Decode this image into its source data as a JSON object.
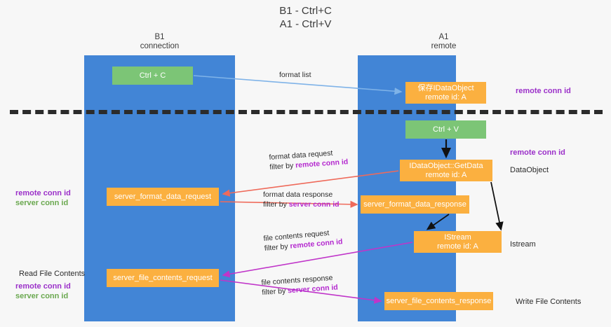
{
  "title": {
    "line1": "B1 - Ctrl+C",
    "line2": "A1 - Ctrl+V"
  },
  "lanes": [
    {
      "id": "b1",
      "title": "B1",
      "subtitle": "connection",
      "color": "#4285d6"
    },
    {
      "id": "a1",
      "title": "A1",
      "subtitle": "remote",
      "color": "#4285d6"
    }
  ],
  "boxes": {
    "ctrl_c": "Ctrl + C",
    "idataobject": "保存IDataObject\nremote id: A",
    "idataobject_l1": "保存IDataObject",
    "idataobject_l2": "remote id: A",
    "ctrl_v": "Ctrl + V",
    "getdata_l1": "IDataObject::GetData",
    "getdata_l2": "remote id: A",
    "server_format_data_request": "server_format_data_request",
    "server_format_data_response": "server_format_data_response",
    "istream_l1": "IStream",
    "istream_l2": "remote id: A",
    "server_file_contents_request": "server_file_contents_request",
    "server_file_contents_response": "server_file_contents_response"
  },
  "arrow_labels": {
    "format_list": "format list",
    "format_data_request": "format data request",
    "format_data_request_filter_prefix": "filter by ",
    "format_data_request_filter_key": "remote conn id",
    "format_data_response": "format data response",
    "format_data_response_filter_prefix": "filter by ",
    "format_data_response_filter_key": "server conn id",
    "file_contents_request": "file contents request",
    "file_contents_request_filter_prefix": "filter by ",
    "file_contents_request_filter_key": "remote conn id",
    "file_contents_response": "file contents response",
    "file_contents_response_filter_prefix": "filter by ",
    "file_contents_response_filter_key": "server conn id"
  },
  "side_labels": {
    "dataobject": "DataObject",
    "istream": "Istream",
    "write_file_contents": "Write File Contents",
    "read_file_contents": "Read File Contents"
  },
  "legends": {
    "remote_conn_id": "remote conn id",
    "server_conn_id": "server conn id"
  },
  "colors": {
    "lane": "#4285d6",
    "green_box": "#7cc576",
    "orange_box": "#fbb040",
    "remote_key": "#9b30c9",
    "server_key": "#6aa84f",
    "arrow_blue": "#7fb3e8",
    "arrow_red": "#ef6a5a",
    "arrow_magenta": "#c035c9",
    "arrow_black": "#111111",
    "divider": "#2b2b2b"
  }
}
